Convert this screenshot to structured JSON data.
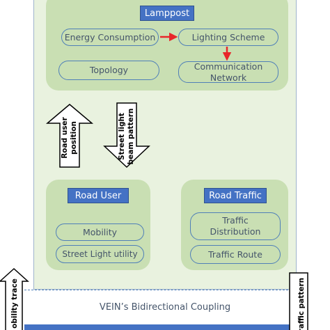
{
  "lamppost": {
    "title": "Lamppost",
    "energy": "Energy Consumption",
    "lighting": "Lighting Scheme",
    "topology": "Topology",
    "communication_line1": "Communication",
    "communication_line2": "Network"
  },
  "arrows": {
    "up_line1": "Road user",
    "up_line2": "position",
    "down_line1": "Street light",
    "down_line2": "beam pattern",
    "left_edge": "obility trace",
    "right_edge": "raffic pattern"
  },
  "road_user": {
    "title": "Road User",
    "mobility": "Mobility",
    "utility": "Street Light utility"
  },
  "road_traffic": {
    "title": "Road Traffic",
    "distribution_line1": "Traffic",
    "distribution_line2": "Distribution",
    "route": "Traffic Route"
  },
  "coupling": {
    "label": "VEIN’s Bidirectional Coupling"
  },
  "colors": {
    "title_fill": "#4472c4",
    "group_fill": "#c9dfb3",
    "outer_fill": "#e9f2df",
    "red_arrow": "#e8262a"
  }
}
